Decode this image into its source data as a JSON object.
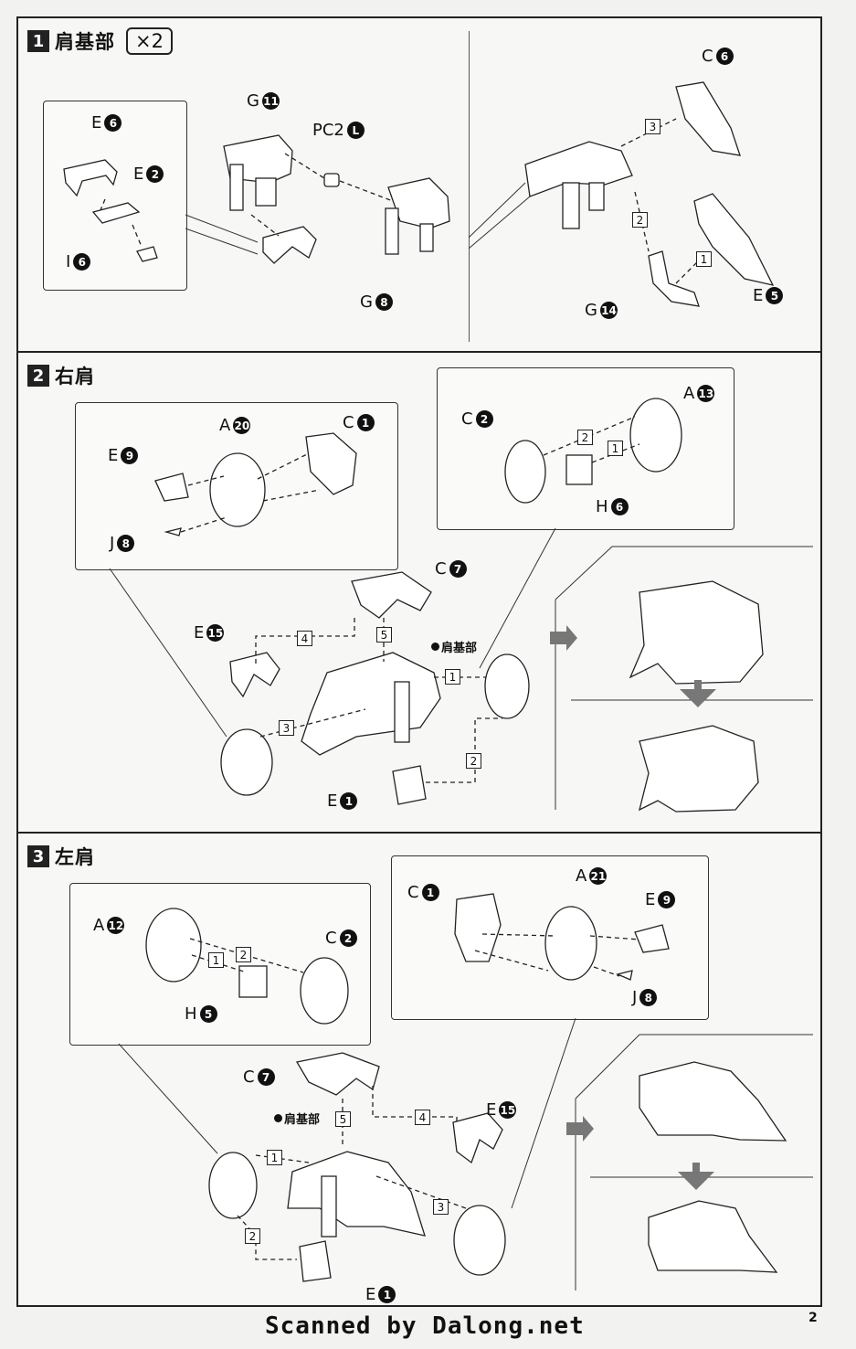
{
  "steps": [
    {
      "num": "1",
      "title": "肩基部",
      "multiplier": "×2"
    },
    {
      "num": "2",
      "title": "右肩"
    },
    {
      "num": "3",
      "title": "左肩"
    }
  ],
  "step1": {
    "labels": {
      "e6": {
        "letter": "E",
        "num": "6"
      },
      "e2": {
        "letter": "E",
        "num": "2"
      },
      "i6": {
        "letter": "I",
        "num": "6"
      },
      "g11": {
        "letter": "G",
        "num": "11"
      },
      "pc2l": {
        "letter": "PC2",
        "num": "L"
      },
      "g8": {
        "letter": "G",
        "num": "8"
      },
      "c6": {
        "letter": "C",
        "num": "6"
      },
      "e5": {
        "letter": "E",
        "num": "5"
      },
      "g14": {
        "letter": "G",
        "num": "14"
      }
    },
    "order": [
      "3",
      "2",
      "1"
    ]
  },
  "step2": {
    "labels": {
      "a20": {
        "letter": "A",
        "num": "20"
      },
      "c1": {
        "letter": "C",
        "num": "1"
      },
      "e9": {
        "letter": "E",
        "num": "9"
      },
      "j8": {
        "letter": "J",
        "num": "8"
      },
      "c2": {
        "letter": "C",
        "num": "2"
      },
      "a13": {
        "letter": "A",
        "num": "13"
      },
      "h6": {
        "letter": "H",
        "num": "6"
      },
      "c7": {
        "letter": "C",
        "num": "7"
      },
      "e15": {
        "letter": "E",
        "num": "15"
      },
      "e1": {
        "letter": "E",
        "num": "1"
      }
    },
    "base_label": "肩基部",
    "order": [
      "2",
      "1",
      "4",
      "5",
      "1",
      "3",
      "2"
    ]
  },
  "step3": {
    "labels": {
      "a12": {
        "letter": "A",
        "num": "12"
      },
      "c2": {
        "letter": "C",
        "num": "2"
      },
      "h5": {
        "letter": "H",
        "num": "5"
      },
      "c1": {
        "letter": "C",
        "num": "1"
      },
      "a21": {
        "letter": "A",
        "num": "21"
      },
      "e9": {
        "letter": "E",
        "num": "9"
      },
      "j8": {
        "letter": "J",
        "num": "8"
      },
      "c7": {
        "letter": "C",
        "num": "7"
      },
      "e15": {
        "letter": "E",
        "num": "15"
      },
      "e1": {
        "letter": "E",
        "num": "1"
      }
    },
    "base_label": "肩基部",
    "order": [
      "2",
      "1",
      "5",
      "4",
      "1",
      "3",
      "2"
    ]
  },
  "footer": {
    "credit": "Scanned by Dalong.net",
    "page": "2"
  }
}
